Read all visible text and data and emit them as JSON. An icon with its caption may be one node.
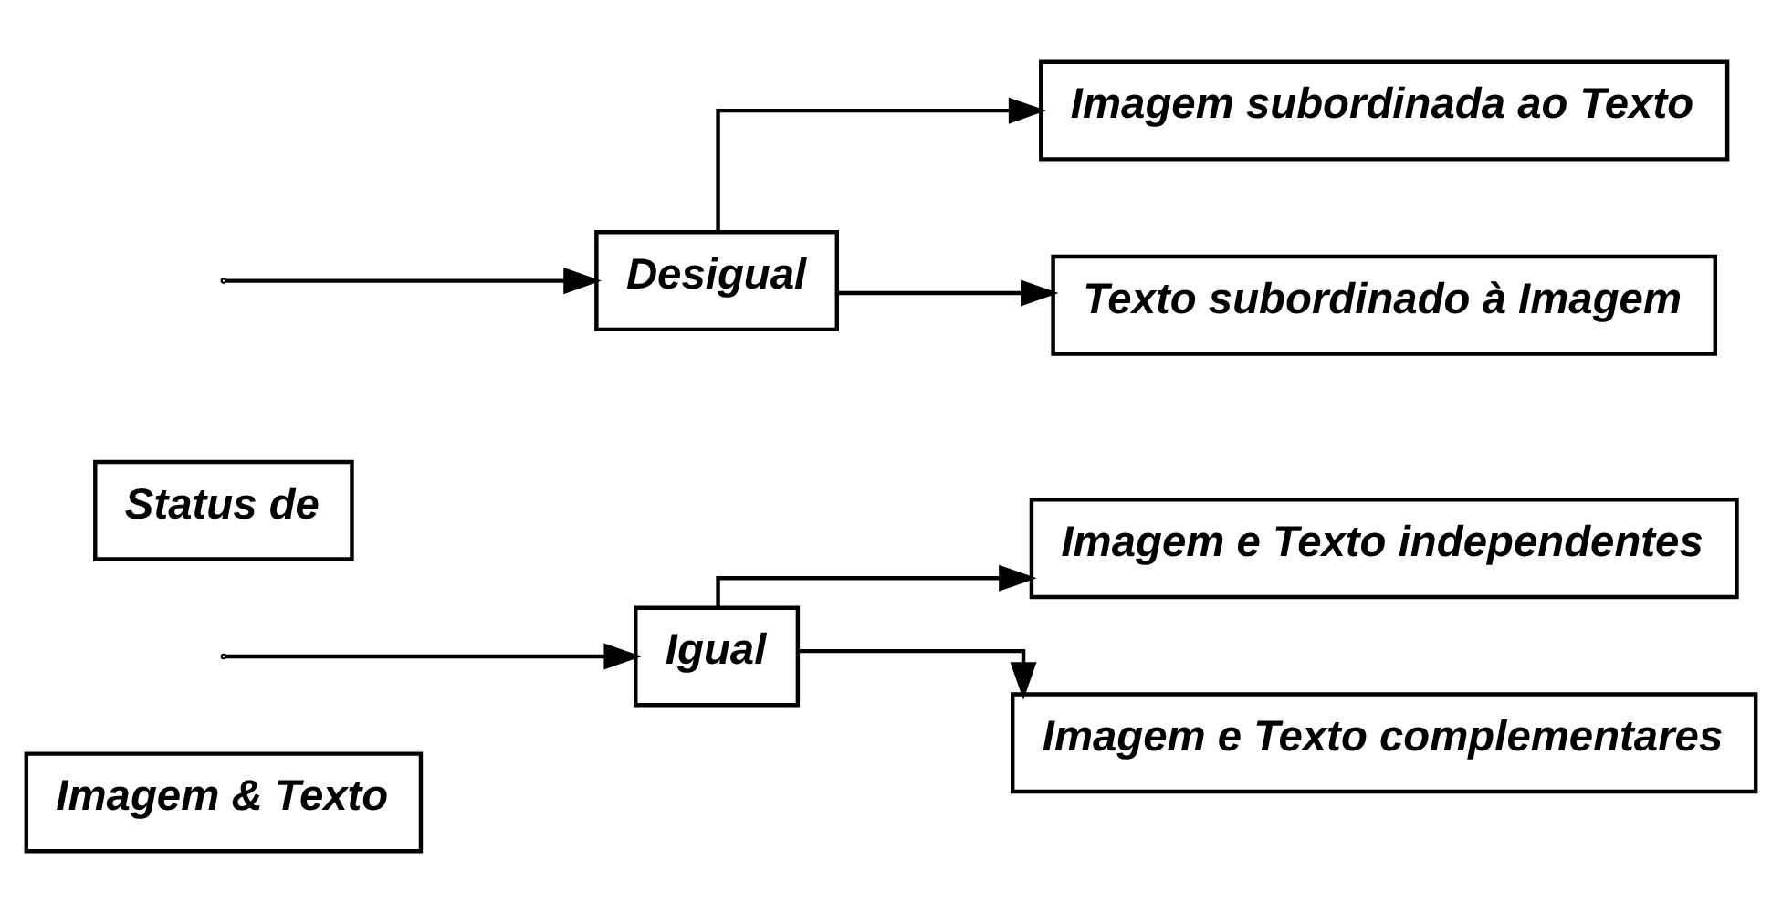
{
  "diagram": {
    "nodes": [
      {
        "text": [
          "Status de"
        ]
      },
      {
        "text": [
          "Imagem & Texto"
        ]
      },
      {
        "text": [
          "Igual"
        ]
      },
      {
        "text": [
          "Desigual"
        ]
      },
      {
        "text": [
          "Imagem e Texto independentes"
        ]
      },
      {
        "text": [
          "Imagem e Texto complementares"
        ]
      },
      {
        "text": [
          "Imagem subordinada ao Texto"
        ]
      },
      {
        "text": [
          "Texto subordinado à Imagem"
        ]
      }
    ],
    "edges": [
      {
        "from": null,
        "to": 2,
        "arrow": "to"
      },
      {
        "from": null,
        "to": 3,
        "arrow": "to"
      },
      {
        "from": 2,
        "to": 4,
        "arrow": "to"
      },
      {
        "from": 2,
        "to": 5,
        "arrow": "to"
      },
      {
        "from": 3,
        "to": 6,
        "arrow": "to"
      },
      {
        "from": 3,
        "to": 7,
        "arrow": "to"
      }
    ]
  }
}
